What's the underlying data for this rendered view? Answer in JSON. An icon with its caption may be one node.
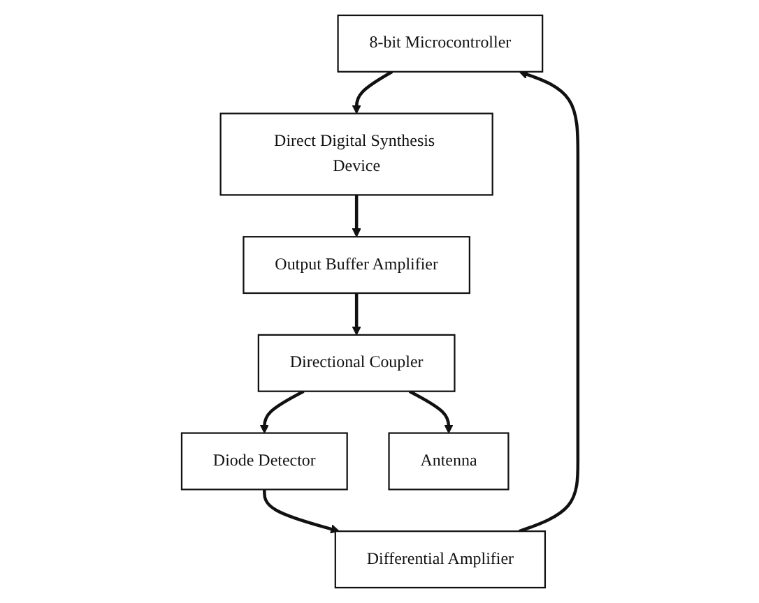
{
  "diagram": {
    "nodes": [
      {
        "text": [
          "8-bit Microcontroller"
        ]
      },
      {
        "text": [
          "Differential Amplifier"
        ]
      },
      {
        "text": [
          "Direct Digital Synthesis Device"
        ]
      },
      {
        "text": [
          "Diode Detector"
        ]
      },
      {
        "text": [
          "Output Buffer Amplifier"
        ]
      },
      {
        "text": [
          "Antenna"
        ]
      },
      {
        "text": [
          "Directional Coupler"
        ]
      }
    ],
    "edges": [
      {
        "from": 1,
        "to": 0,
        "arrow": "to"
      },
      {
        "from": 0,
        "to": 2,
        "arrow": "to"
      },
      {
        "from": 3,
        "to": 1,
        "arrow": "to"
      },
      {
        "from": 2,
        "to": 4,
        "arrow": "to"
      },
      {
        "from": 6,
        "to": 3,
        "arrow": "to"
      },
      {
        "from": 4,
        "to": 6,
        "arrow": "to"
      },
      {
        "from": 6,
        "to": 5,
        "arrow": "to"
      }
    ]
  }
}
